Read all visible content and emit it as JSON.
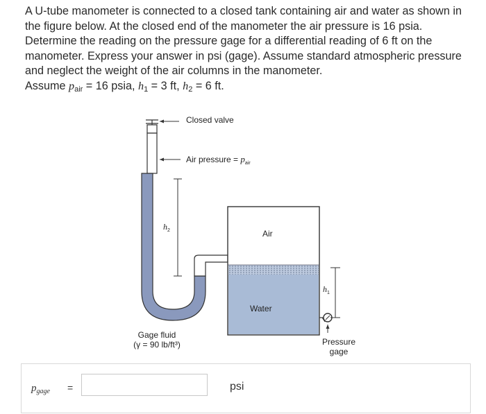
{
  "problem": {
    "text": "A U-tube manometer is connected to a closed tank containing air and water as shown in the figure below. At the closed end of the manometer the air pressure is 16 psia. Determine the reading on the pressure gage for a differential reading of 6 ft on the manometer. Express your answer in psi (gage). Assume standard atmospheric pressure and neglect the weight of the air columns in the manometer.",
    "assume_prefix": "Assume ",
    "p_sym": "p",
    "air_sub": "air",
    "assume_p_val": " = 16 psia, ",
    "h_sym": "h",
    "h1_sub": "1",
    "h1_val": " = 3 ft, ",
    "h2_sub": "2",
    "h2_val": " = 6 ft."
  },
  "figure": {
    "closed_valve": "Closed valve",
    "air_pressure": "Air pressure = ",
    "air_pressure_sym": "p",
    "air_pressure_sub": "air",
    "h2_sym": "h",
    "h2_sub": "2",
    "h1_sym": "h",
    "h1_sub": "1",
    "tank_air": "Air",
    "tank_water": "Water",
    "gage_fluid_line1": "Gage fluid",
    "gage_fluid_line2": "(γ = 90 lb/ft³)",
    "pressure_gage_line1": "Pressure",
    "pressure_gage_line2": "gage"
  },
  "answer": {
    "label_sym": "p",
    "label_sub": "gage",
    "equals": "=",
    "value": "",
    "unit": "psi"
  }
}
